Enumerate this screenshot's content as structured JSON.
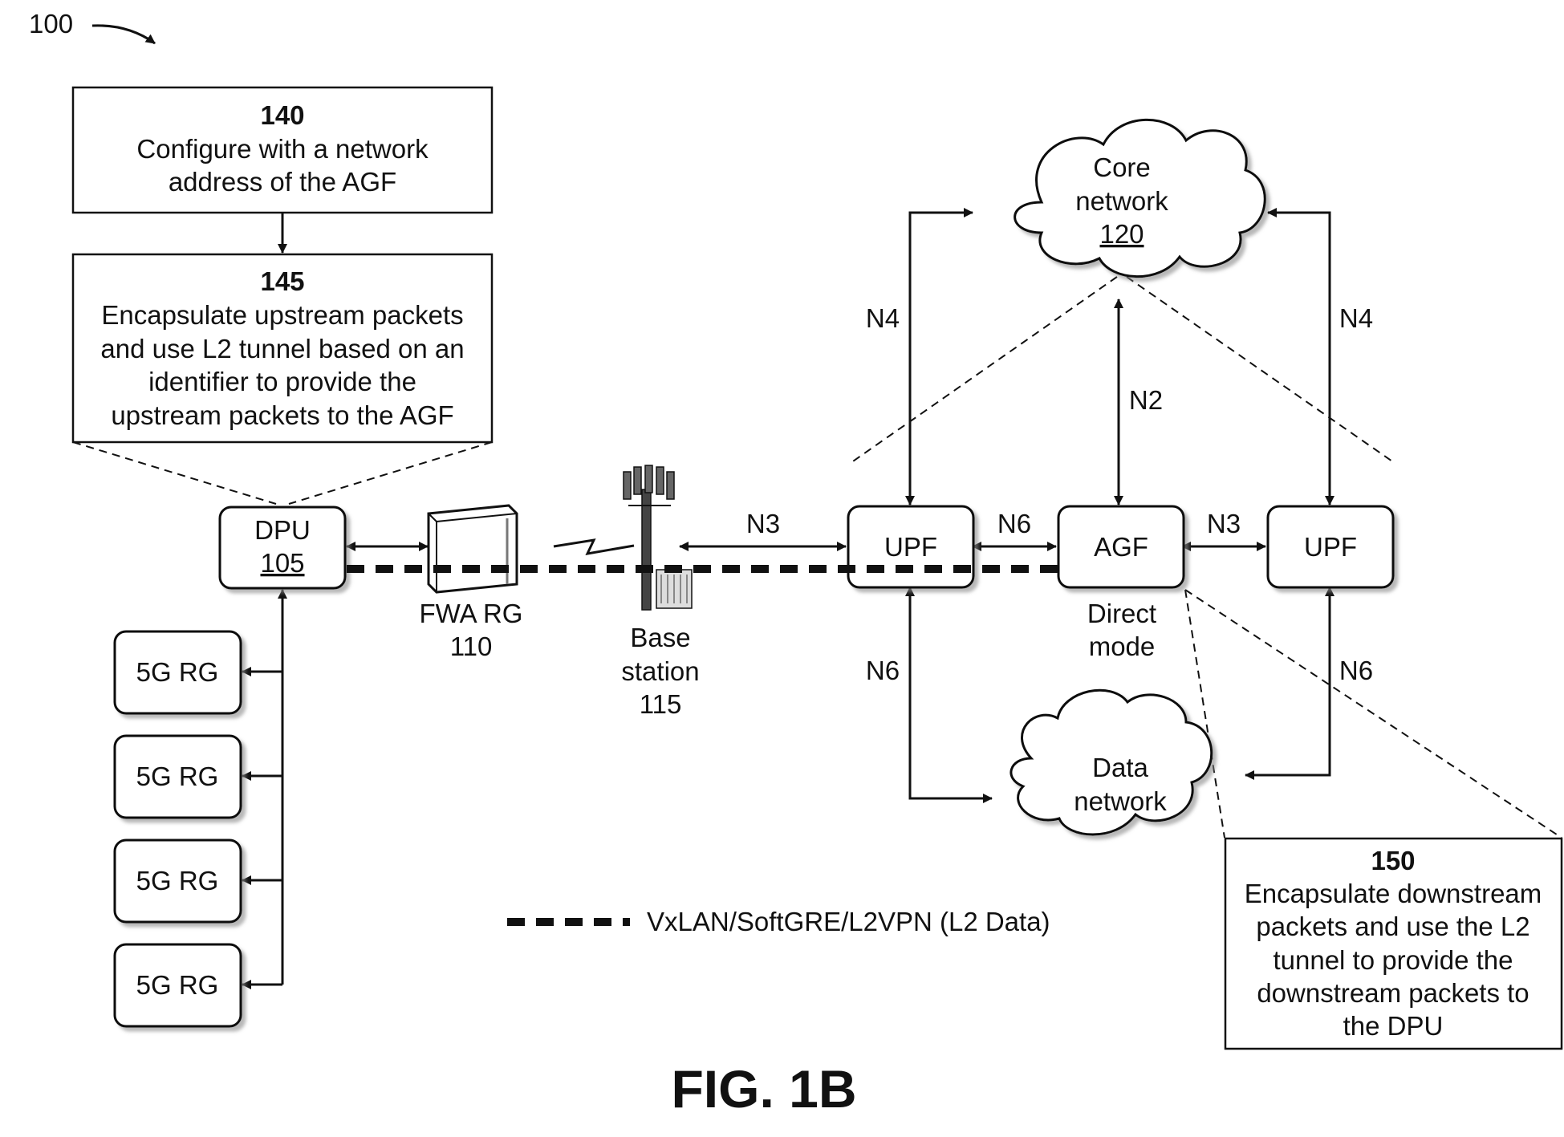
{
  "figure": {
    "ref": "100",
    "caption": "FIG. 1B"
  },
  "steps": {
    "s140": {
      "num": "140",
      "lines": [
        "Configure with a network",
        "address of the AGF"
      ]
    },
    "s145": {
      "num": "145",
      "lines": [
        "Encapsulate upstream packets",
        "and use L2 tunnel based on an",
        "identifier to provide the",
        "upstream packets to the AGF"
      ]
    },
    "s150": {
      "num": "150",
      "lines": [
        "Encapsulate downstream",
        "packets and use the L2",
        "tunnel to provide the",
        "downstream packets to",
        "the DPU"
      ]
    }
  },
  "nodes": {
    "dpu": {
      "name": "DPU",
      "ref": "105"
    },
    "rgs": [
      "5G RG",
      "5G RG",
      "5G RG",
      "5G RG"
    ],
    "fwa": {
      "name": "FWA RG",
      "ref": "110"
    },
    "base": {
      "line1": "Base",
      "line2": "station",
      "ref": "115"
    },
    "upf_left": "UPF",
    "agf": "AGF",
    "upf_right": "UPF",
    "agf_mode": [
      "Direct",
      "mode"
    ],
    "core": {
      "line1": "Core",
      "line2": "network",
      "ref": "120"
    },
    "data_net": {
      "line1": "Data",
      "line2": "network"
    }
  },
  "interfaces": {
    "n3_left": "N3",
    "n6_mid": "N6",
    "n3_right": "N3",
    "n4_left": "N4",
    "n4_right": "N4",
    "n2": "N2",
    "n6_left": "N6",
    "n6_right": "N6"
  },
  "legend": {
    "label": "VxLAN/SoftGRE/L2VPN (L2 Data)"
  }
}
